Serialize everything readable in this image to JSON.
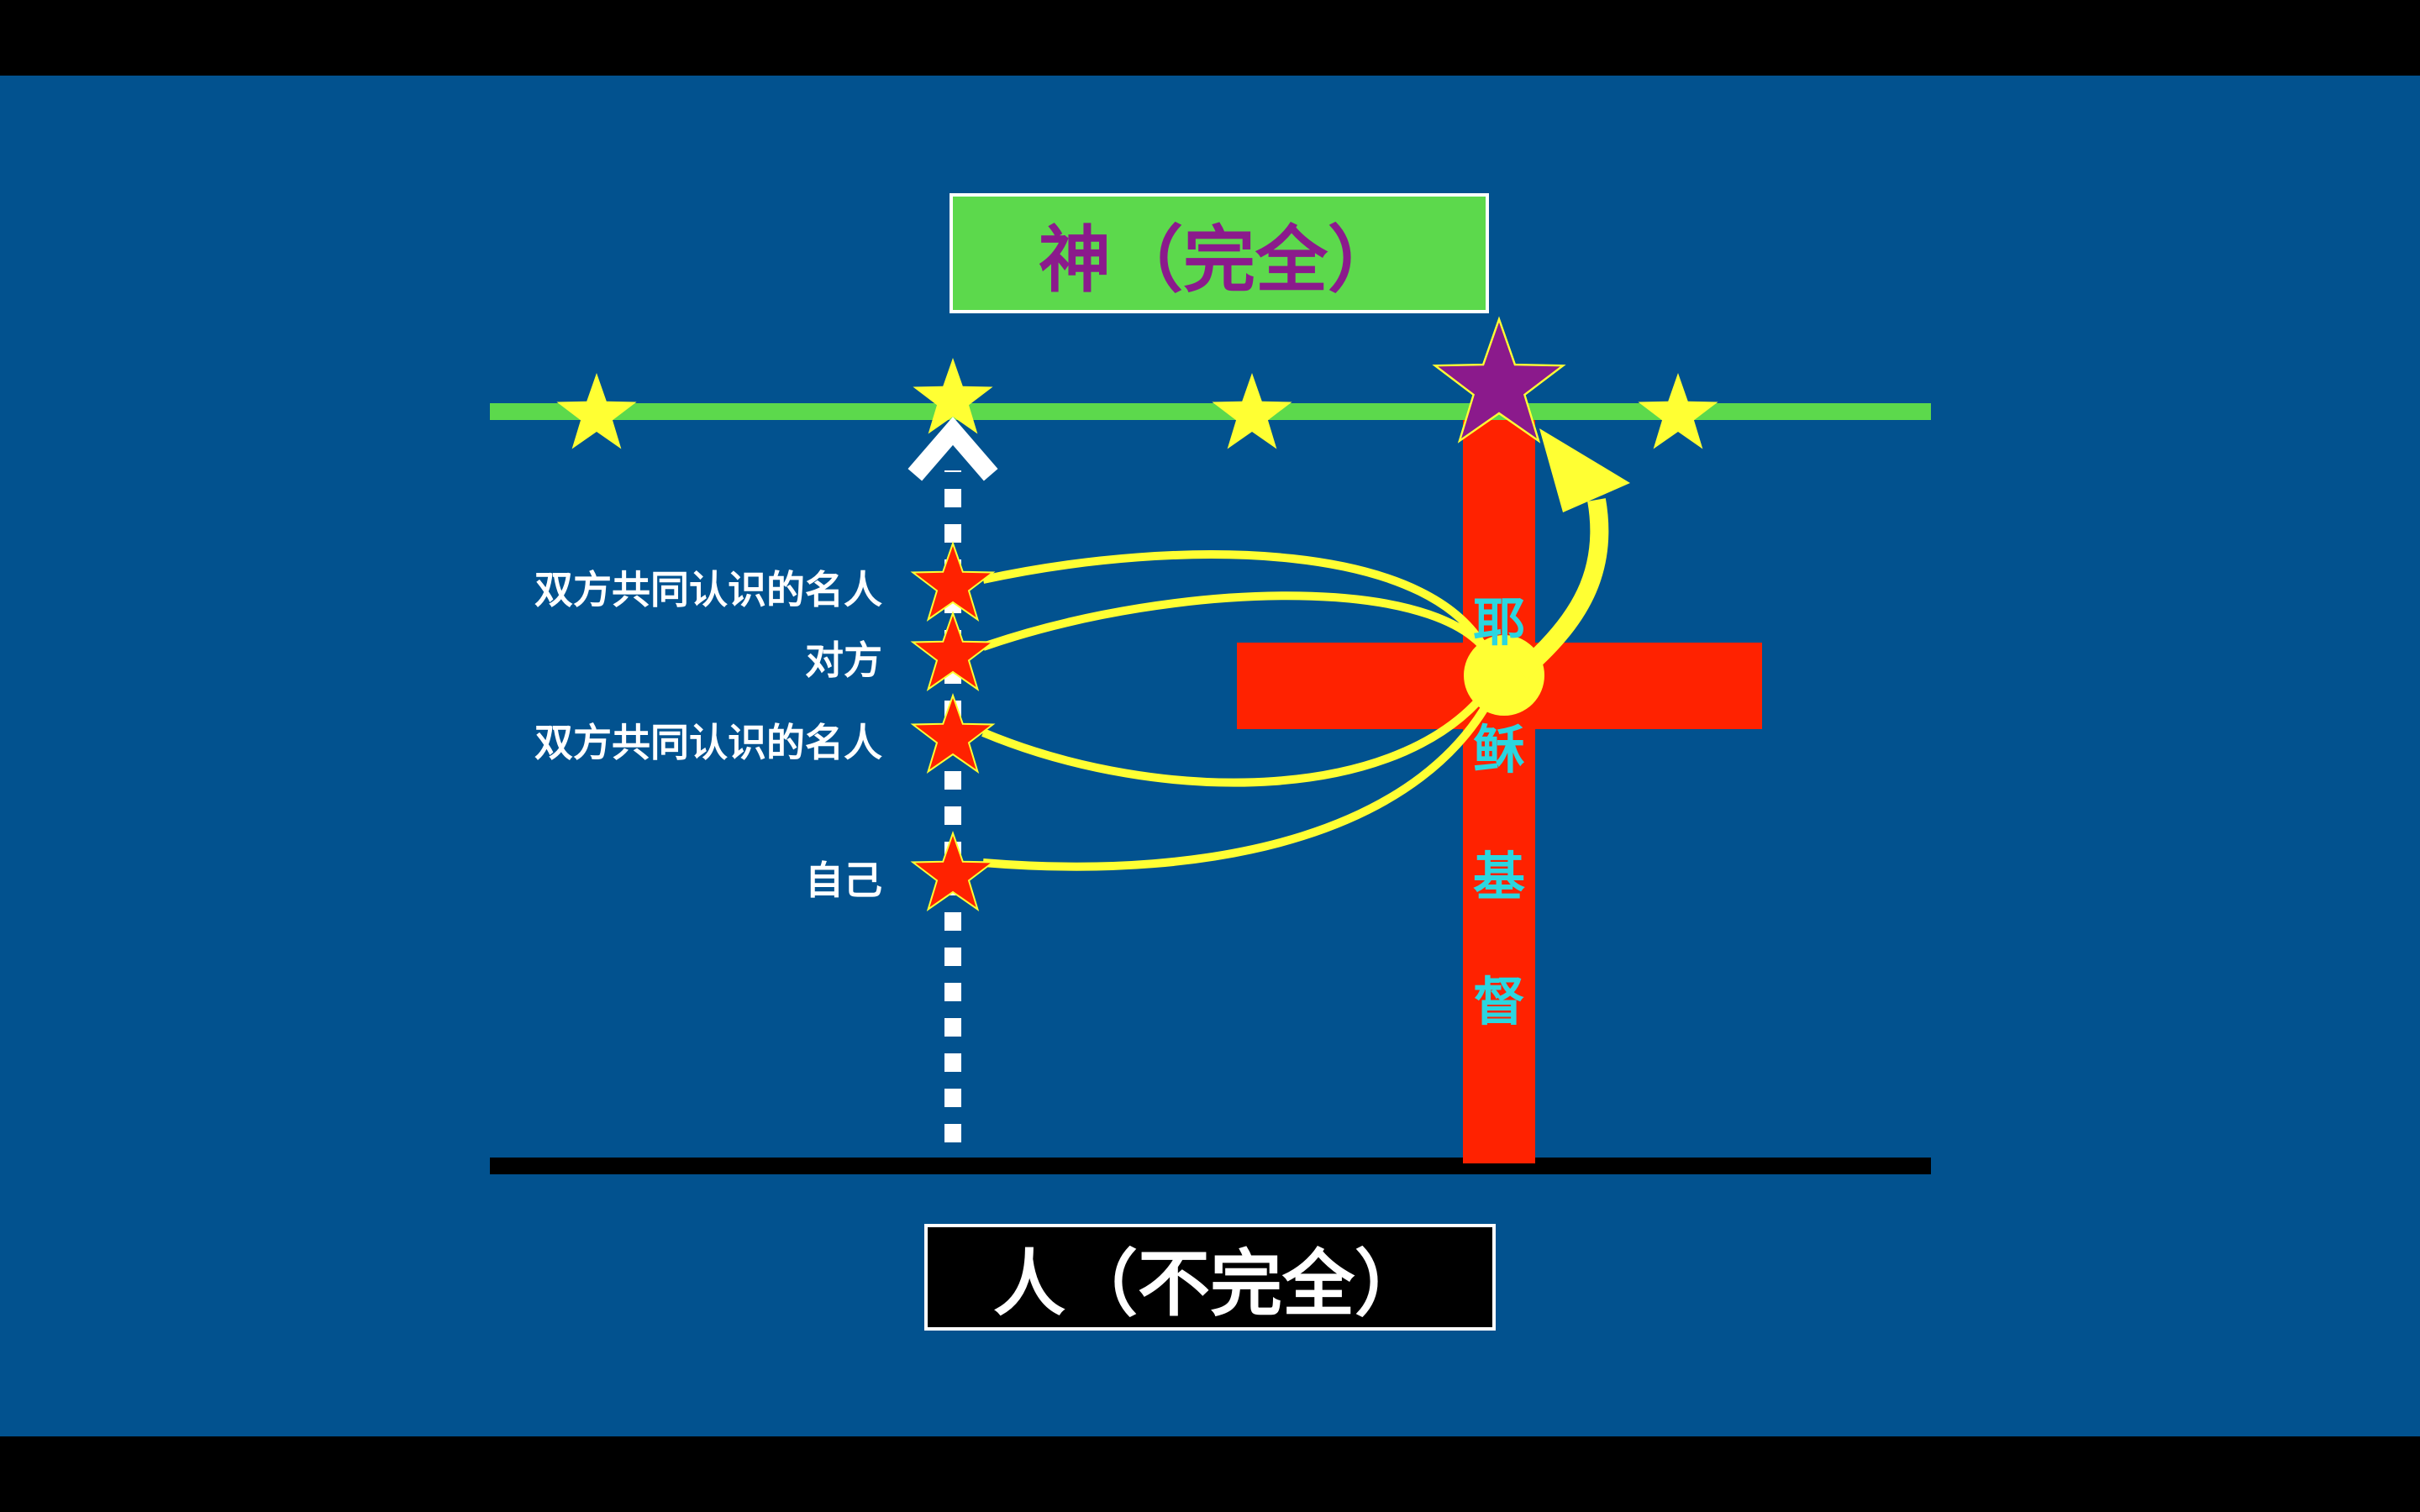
{
  "god_label": "神（完全）",
  "man_label": "人（不完全）",
  "person_labels": [
    "双方共同认识的名人",
    "对方",
    "双方共同认识的名人",
    "自己"
  ],
  "jesus_chars": [
    "耶",
    "稣",
    "基",
    "督"
  ],
  "colors": {
    "background": "#02528f",
    "god_line": "#5cd94c",
    "man_line": "#000000",
    "cross": "#ff2200",
    "star_yellow": "#ffff33",
    "star_red": "#ff2200",
    "star_purple": "#8b1a8c",
    "arrow": "#ffff33",
    "jesus_text": "#2bd6e0"
  },
  "icons": [
    "star-icon",
    "cross-icon",
    "dotted-arrow-icon",
    "curved-arrow-icon"
  ]
}
